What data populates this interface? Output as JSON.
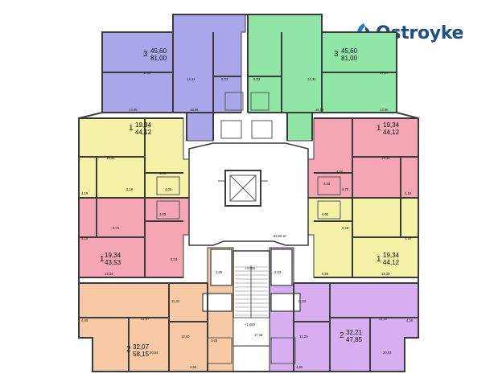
{
  "brand": {
    "name": "Ostroyke",
    "color": "#1f4f86",
    "icon": "ostroyke-logo-icon"
  },
  "colors": {
    "violet": "#a9a6ea",
    "green": "#8fe6a6",
    "yellow": "#f3f2a6",
    "pink": "#f4a6b4",
    "orange": "#f7c9a4",
    "purple": "#d7aef0",
    "hall": "#ffffff",
    "wall": "#3b3b3b"
  },
  "apartments": [
    {
      "id": "top-left",
      "color": "violet",
      "rooms": "3",
      "living": "45,60",
      "total": "81,00",
      "areas": [
        "17,07",
        "14,34",
        "9,03",
        "15,96",
        "13,05"
      ]
    },
    {
      "id": "top-right",
      "color": "green",
      "rooms": "3",
      "living": "45,60",
      "total": "81,00",
      "areas": [
        "17,07",
        "14,34",
        "9,03",
        "15,96",
        "13,05"
      ]
    },
    {
      "id": "left-upper",
      "color": "yellow",
      "rooms": "1",
      "living": "19,34",
      "total": "44,12",
      "areas": [
        "19,34",
        "9,19",
        "4,19",
        "4,09",
        "4,05"
      ]
    },
    {
      "id": "left-lower",
      "color": "pink",
      "rooms": "1",
      "living": "19,34",
      "total": "43,53",
      "areas": [
        "9,73",
        "19,34",
        "6,15",
        "6,34",
        "4,09"
      ]
    },
    {
      "id": "right-upper",
      "color": "pink",
      "rooms": "1",
      "living": "19,34",
      "total": "44,12",
      "areas": [
        "19,34",
        "9,70",
        "4,19",
        "4,05",
        "4,00"
      ]
    },
    {
      "id": "right-lower",
      "color": "yellow",
      "rooms": "1",
      "living": "19,34",
      "total": "44,12",
      "areas": [
        "19,34",
        "9,26",
        "4,19",
        "6,85",
        "4,05"
      ]
    },
    {
      "id": "bottom-left",
      "color": "orange",
      "rooms": "2",
      "living": "32,07",
      "total": "58,15",
      "areas": [
        "11,42",
        "12,57",
        "12,40",
        "20,66",
        "4,55",
        "4,48"
      ]
    },
    {
      "id": "bottom-right",
      "color": "purple",
      "rooms": "2",
      "living": "32,21",
      "total": "47,85",
      "areas": [
        "11,60",
        "11,32",
        "12,29",
        "20,93",
        "4,95",
        "4,56"
      ]
    }
  ],
  "common": {
    "hall_area": "62,08 м²",
    "stair_level_upper": "+3.000",
    "stair_level_lower": "+1.000",
    "stair_area": "17,28",
    "utility_a": "2,66",
    "utility_b": "2,63",
    "utility_c": "3,63"
  }
}
